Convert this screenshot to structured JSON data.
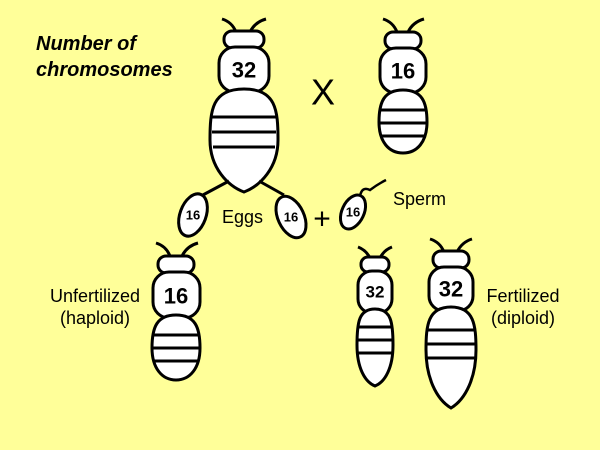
{
  "title": {
    "line1": "Number of",
    "line2": "chromosomes"
  },
  "operators": {
    "cross": "X",
    "plus": "+"
  },
  "labels": {
    "eggs": "Eggs",
    "sperm": "Sperm",
    "unfertilized": {
      "line1": "Unfertilized",
      "line2": "(haploid)"
    },
    "fertilized": {
      "line1": "Fertilized",
      "line2": "(diploid)"
    }
  },
  "chromosome_counts": {
    "queen": "32",
    "drone_parent": "16",
    "egg_left": "16",
    "egg_right": "16",
    "sperm": "16",
    "unfertilized_drone": "16",
    "fertilized_worker": "32",
    "fertilized_queen": "32"
  },
  "colors": {
    "background": "#ffff99",
    "body_fill": "#ffffff",
    "outline": "#000000"
  }
}
